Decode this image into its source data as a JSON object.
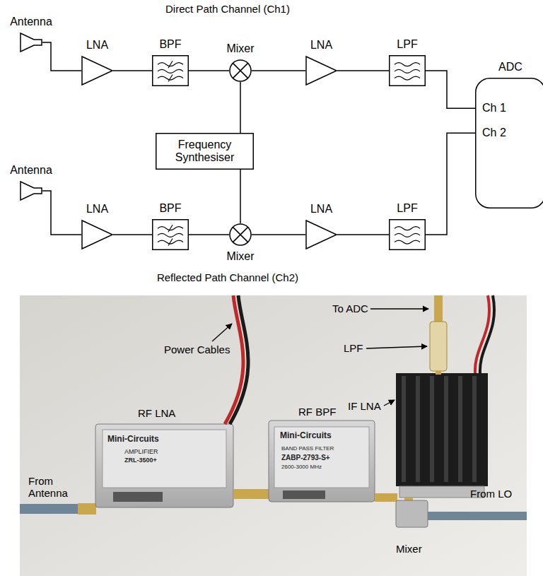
{
  "diagram": {
    "nodes": [
      {
        "text": [
          "Antenna"
        ]
      },
      {
        "text": [
          "LNA"
        ]
      },
      {
        "text": [
          "BPF"
        ]
      },
      {
        "text": [
          "Mixer"
        ]
      },
      {
        "text": [
          "LNA"
        ]
      },
      {
        "text": [
          "LPF"
        ]
      },
      {
        "text": [
          "ADC",
          "Ch 1",
          "Ch 2"
        ]
      },
      {
        "text": [
          "Frequency Synthesiser"
        ]
      },
      {
        "text": [
          "Antenna"
        ]
      },
      {
        "text": [
          "LNA"
        ]
      },
      {
        "text": [
          "BPF"
        ]
      },
      {
        "text": [
          "Mixer"
        ]
      },
      {
        "text": [
          "LNA"
        ]
      },
      {
        "text": [
          "LPF"
        ]
      }
    ],
    "edges": [
      {
        "from": 0,
        "to": 1,
        "arrow": "none"
      },
      {
        "from": 1,
        "to": 2,
        "arrow": "none"
      },
      {
        "from": 2,
        "to": 3,
        "arrow": "none"
      },
      {
        "from": 3,
        "to": 4,
        "arrow": "none"
      },
      {
        "from": 4,
        "to": 5,
        "arrow": "none"
      },
      {
        "from": 5,
        "to": 6,
        "arrow": "none"
      },
      {
        "from": 7,
        "to": 3,
        "arrow": "none"
      },
      {
        "from": 7,
        "to": 11,
        "arrow": "none"
      },
      {
        "from": 8,
        "to": 9,
        "arrow": "none"
      },
      {
        "from": 9,
        "to": 10,
        "arrow": "none"
      },
      {
        "from": 10,
        "to": 11,
        "arrow": "none"
      },
      {
        "from": 11,
        "to": 12,
        "arrow": "none"
      },
      {
        "from": 12,
        "to": 13,
        "arrow": "none"
      },
      {
        "from": 13,
        "to": 6,
        "arrow": "none"
      }
    ],
    "labels": [
      "Direct Path Channel (Ch1)",
      "Reflected Path Channel (Ch2)",
      "Power Cables",
      "To ADC",
      "LPF",
      "IF LNA",
      "RF LNA",
      "RF BPF",
      "From Antenna",
      "From LO",
      "Mixer",
      "Mini-Circuits",
      "AMPLIFIER",
      "ZRL-3500+",
      "Mini-Circuits",
      "BAND PASS FILTER",
      "ZABP-2793-S+",
      "2600-3000 MHz"
    ]
  }
}
